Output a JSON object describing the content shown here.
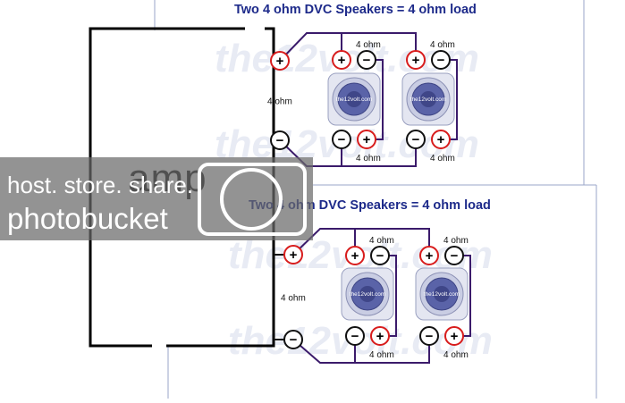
{
  "diagram": {
    "amp_label": "amp",
    "panels": [
      {
        "title": "Two 4 ohm DVC Speakers = 4 ohm load",
        "amp_load_label": "4 ohm",
        "coil_labels": [
          "4 ohm",
          "4 ohm",
          "4 ohm",
          "4 ohm"
        ],
        "speaker_logos": [
          "the12volt.com",
          "the12volt.com"
        ]
      },
      {
        "title": "Two 4 ohm DVC Speakers = 4 ohm load",
        "amp_load_label": "4 ohm",
        "coil_labels": [
          "4 ohm",
          "4 ohm",
          "4 ohm",
          "4 ohm"
        ],
        "speaker_logos": [
          "the12volt.com",
          "the12volt.com"
        ]
      }
    ],
    "terminal_symbols": {
      "positive": "+",
      "negative": "−"
    },
    "watermark_text": "the12volt.com",
    "colors": {
      "wire": "#3b1b6b",
      "terminal_positive": "#d81c1c",
      "terminal_negative": "#111111",
      "speaker_cone": "#5a63a8",
      "speaker_outer": "#c9cde3",
      "title": "#1d2a8a"
    }
  },
  "photobucket": {
    "line1": "host. store. share.",
    "line2": "photobucket",
    "icon": "camera-lens-icon"
  }
}
